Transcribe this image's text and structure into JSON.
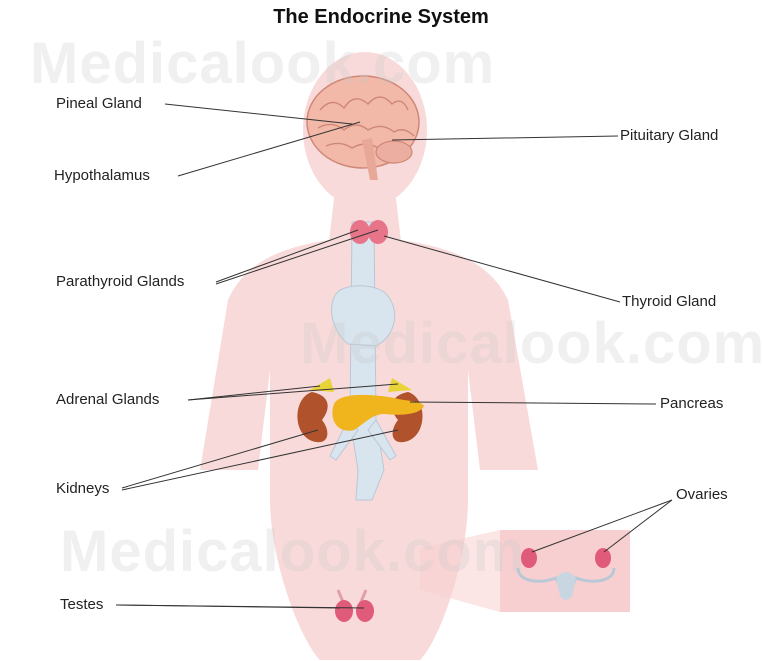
{
  "title": "The Endocrine System",
  "watermark": "Medicalook.com",
  "labels": {
    "pineal": "Pineal Gland",
    "hypothalamus": "Hypothalamus",
    "parathyroid": "Parathyroid Glands",
    "adrenal": "Adrenal Glands",
    "kidneys": "Kidneys",
    "testes": "Testes",
    "pituitary": "Pituitary Gland",
    "thyroid": "Thyroid Gland",
    "pancreas": "Pancreas",
    "ovaries": "Ovaries"
  },
  "colors": {
    "body": "#f9dada",
    "brain": "#f2b8a8",
    "thyroid": "#e8748a",
    "kidney": "#b0522c",
    "adrenal": "#e8d438",
    "pancreas": "#f0b41c",
    "vessels": "#d8e4ee",
    "gonad": "#e05a7a",
    "leader": "#333333"
  }
}
